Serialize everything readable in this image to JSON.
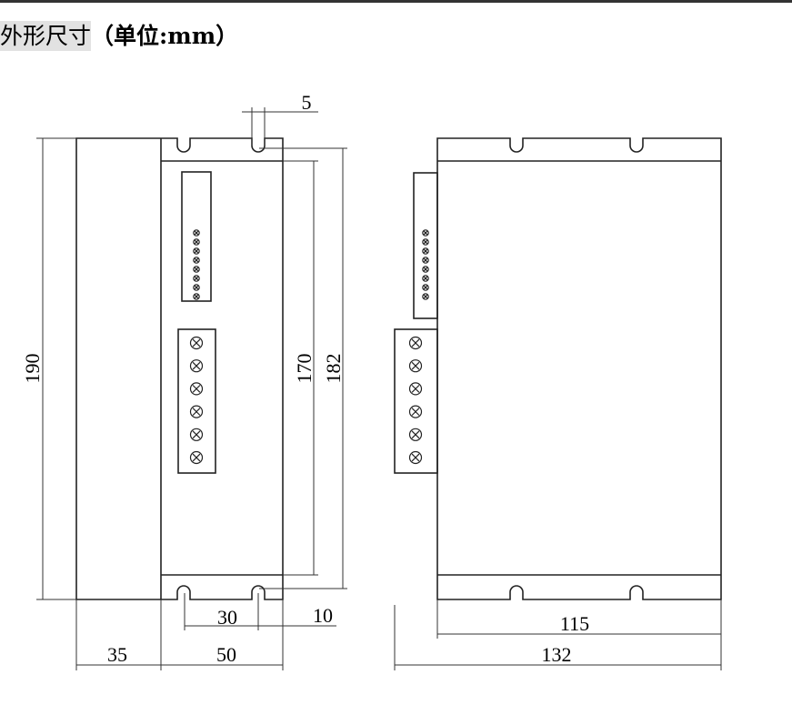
{
  "title": {
    "main": "外形尺寸",
    "unit": "（单位:mm）"
  },
  "dimensions": {
    "height_total": "190",
    "height_inner": "170",
    "height_slots": "182",
    "slot_width": "5",
    "slot_spacing": "30",
    "slot_edge": "10",
    "left_width": "35",
    "front_width": "50",
    "side_body": "115",
    "side_total": "132"
  }
}
